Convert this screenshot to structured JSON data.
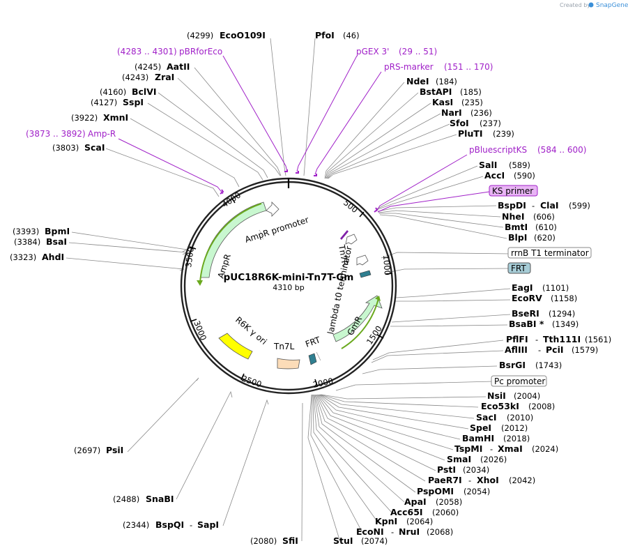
{
  "credit": {
    "created_by": "Created by",
    "brand": "SnapGene"
  },
  "plasmid": {
    "name": "pUC18R6K-mini-Tn7T-Gm",
    "length": "4310 bp",
    "total_bp": 4310
  },
  "ruler_ticks": [
    "500",
    "1000",
    "1500",
    "2000",
    "2500",
    "3000",
    "3500",
    "4000"
  ],
  "enzymes_left": [
    {
      "name": "EcoO109I",
      "pos": "(4299)"
    },
    {
      "name": "AatII",
      "pos": "(4245)"
    },
    {
      "name": "ZraI",
      "pos": "(4243)"
    },
    {
      "name": "BclVI",
      "pos": "(4160)"
    },
    {
      "name": "SspI",
      "pos": "(4127)"
    },
    {
      "name": "XmnI",
      "pos": "(3922)"
    },
    {
      "name": "ScaI",
      "pos": "(3803)"
    },
    {
      "name": "BpmI",
      "pos": "(3393)"
    },
    {
      "name": "BsaI",
      "pos": "(3384)"
    },
    {
      "name": "AhdI",
      "pos": "(3323)"
    },
    {
      "name": "PsiI",
      "pos": "(2697)"
    },
    {
      "name": "SnaBI",
      "pos": "(2488)"
    },
    {
      "name": "BspQI",
      "name2": "SapI",
      "pos": "(2344)"
    },
    {
      "name": "SfiI",
      "pos": "(2080)"
    }
  ],
  "enzymes_right": [
    {
      "name": "PfoI",
      "pos": "(46)"
    },
    {
      "name": "NdeI",
      "pos": "(184)"
    },
    {
      "name": "BstAPI",
      "pos": "(185)"
    },
    {
      "name": "KasI",
      "pos": "(235)"
    },
    {
      "name": "NarI",
      "pos": "(236)"
    },
    {
      "name": "SfoI",
      "pos": "(237)"
    },
    {
      "name": "PluTI",
      "pos": "(239)"
    },
    {
      "name": "SalI",
      "pos": "(589)"
    },
    {
      "name": "AccI",
      "pos": "(590)"
    },
    {
      "name": "BspDI",
      "name2": "ClaI",
      "pos": "(599)"
    },
    {
      "name": "NheI",
      "pos": "(606)"
    },
    {
      "name": "BmtI",
      "pos": "(610)"
    },
    {
      "name": "BlpI",
      "pos": "(620)"
    },
    {
      "name": "EagI",
      "pos": "(1101)"
    },
    {
      "name": "EcoRV",
      "pos": "(1158)"
    },
    {
      "name": "BseRI",
      "pos": "(1294)"
    },
    {
      "name": "BsaBI *",
      "pos": "(1349)"
    },
    {
      "name": "PflFI",
      "name2": "Tth111I",
      "pos": "(1561)"
    },
    {
      "name": "AflIII",
      "name2": "PciI",
      "pos": "(1579)"
    },
    {
      "name": "BsrGI",
      "pos": "(1743)"
    },
    {
      "name": "NsiI",
      "pos": "(2004)"
    },
    {
      "name": "Eco53kI",
      "pos": "(2008)"
    },
    {
      "name": "SacI",
      "pos": "(2010)"
    },
    {
      "name": "SpeI",
      "pos": "(2012)"
    },
    {
      "name": "BamHI",
      "pos": "(2018)"
    },
    {
      "name": "TspMI",
      "name2": "XmaI",
      "pos": "(2024)"
    },
    {
      "name": "SmaI",
      "pos": "(2026)"
    },
    {
      "name": "PstI",
      "pos": "(2034)"
    },
    {
      "name": "PaeR7I",
      "name2": "XhoI",
      "pos": "(2042)"
    },
    {
      "name": "PspOMI",
      "pos": "(2054)"
    },
    {
      "name": "ApaI",
      "pos": "(2058)"
    },
    {
      "name": "Acc65I",
      "pos": "(2060)"
    },
    {
      "name": "KpnI",
      "pos": "(2064)"
    },
    {
      "name": "EcoNI",
      "name2": "NruI",
      "pos": "(2068)"
    },
    {
      "name": "StuI",
      "pos": "(2074)"
    }
  ],
  "primers": [
    {
      "name": "pBRforEco",
      "range": "(4283 .. 4301)"
    },
    {
      "name": "pGEX 3'",
      "range": "(29 .. 51)"
    },
    {
      "name": "pRS-marker",
      "range": "(151 .. 170)"
    },
    {
      "name": "pBluescriptKS",
      "range": "(584 .. 600)"
    },
    {
      "name": "Amp-R",
      "range": "(3873 .. 3892)"
    }
  ],
  "boxed_labels": [
    {
      "name": "KS primer",
      "fill": "#e8b4f4",
      "stroke": "#a020c8"
    },
    {
      "name": "rrnB T1 terminator",
      "fill": "#ffffff",
      "stroke": "#888888"
    },
    {
      "name": "FRT",
      "fill": "#a6ccd6",
      "stroke": "#555555"
    },
    {
      "name": "Pc promoter",
      "fill": "#ffffff",
      "stroke": "#888888"
    }
  ],
  "features": [
    {
      "name": "AmpR promoter"
    },
    {
      "name": "AmpR"
    },
    {
      "name": "R6K γ ori"
    },
    {
      "name": "Tn7L"
    },
    {
      "name": "FRT"
    },
    {
      "name": "GmR"
    },
    {
      "name": "lambda t0 terminator"
    },
    {
      "name": "Tn7R"
    }
  ],
  "colors": {
    "primer": "#a020c8",
    "amp": "#c8f7cf",
    "ori": "#ffff00",
    "tn7": "#fcdcb8",
    "frt": "#2f7f90",
    "backbone": "#222222"
  }
}
